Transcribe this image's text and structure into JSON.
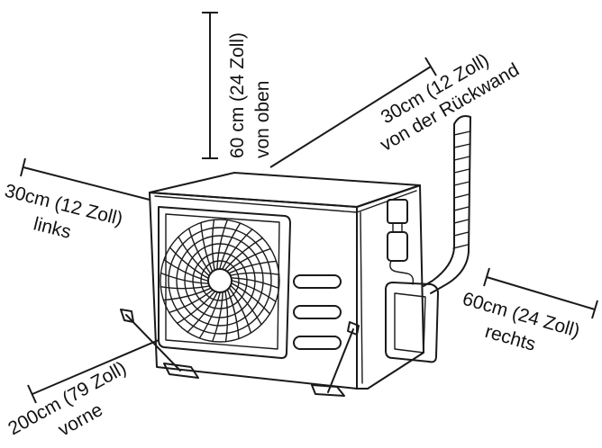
{
  "clearances": {
    "top": {
      "value": "60 cm (24 Zoll)",
      "direction": "von oben"
    },
    "back": {
      "value": "30cm (12 Zoll)",
      "direction": "von der Rückwand"
    },
    "left": {
      "value": "30cm (12 Zoll)",
      "direction": "links"
    },
    "right": {
      "value": "60cm (24 Zoll)",
      "direction": "rechts"
    },
    "front": {
      "value": "200cm (79 Zoll)",
      "direction": "vorne"
    }
  }
}
